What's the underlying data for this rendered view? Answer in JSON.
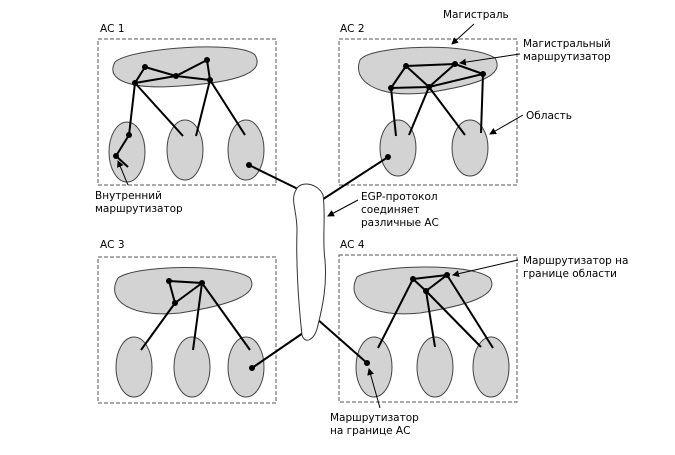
{
  "diagram": {
    "autonomous_systems": [
      {
        "label": "АС 1"
      },
      {
        "label": "АС 2"
      },
      {
        "label": "АС 3"
      },
      {
        "label": "АС 4"
      }
    ],
    "annotations": {
      "backbone": "Магистраль",
      "backbone_router_line1": "Магистральный",
      "backbone_router_line2": "маршрутизатор",
      "area": "Область",
      "internal_router_line1": "Внутренний",
      "internal_router_line2": "маршрутизатор",
      "egp_line1": "EGP-протокол",
      "egp_line2": "соединяет",
      "egp_line3": "различные АС",
      "area_border_router_line1": "Маршрутизатор на",
      "area_border_router_line2": "границе области",
      "as_border_router_line1": "Маршрутизатор",
      "as_border_router_line2": "на границе АС"
    }
  }
}
